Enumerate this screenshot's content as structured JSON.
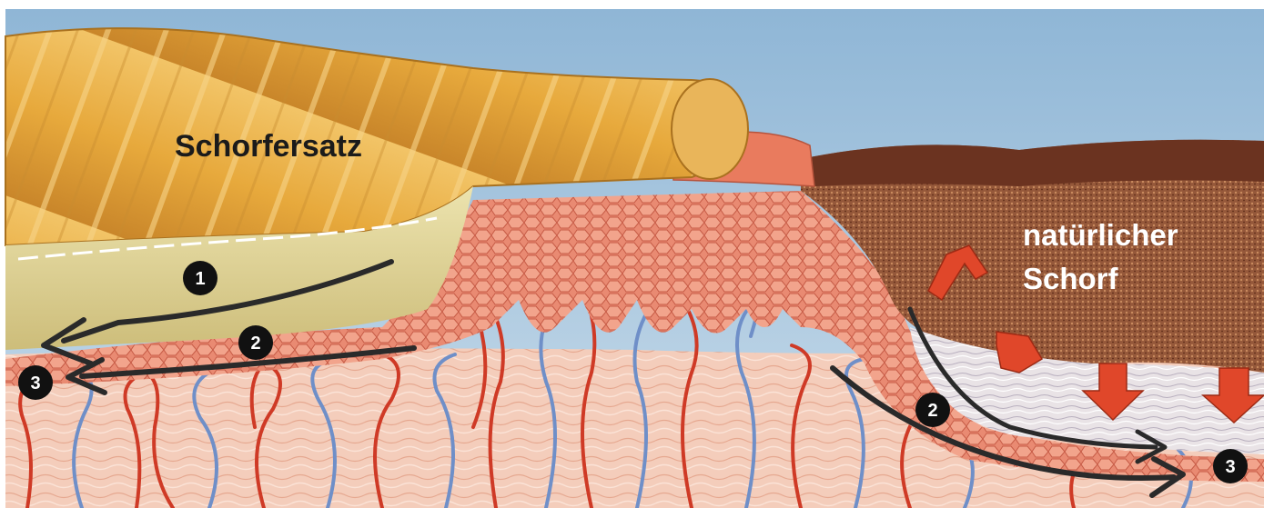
{
  "labels": {
    "scab_substitute": "Schorfersatz",
    "natural_scab_line1": "natürlicher",
    "natural_scab_line2": "Schorf"
  },
  "markers": {
    "m1": "1",
    "m2_left": "2",
    "m3_left": "3",
    "m2_right": "2",
    "m3_right": "3"
  },
  "colors": {
    "sky": "#9ec0da",
    "dressing": "#e8b24a",
    "exudate": "#e6dca6",
    "epidermis": "#e8876e",
    "dermis": "#f4c9b8",
    "scab": "#8a4a2c",
    "artery": "#cf3a26",
    "vein": "#6f8fc8",
    "arrow_dark": "#2a2a2a",
    "arrow_red": "#e0472a"
  }
}
